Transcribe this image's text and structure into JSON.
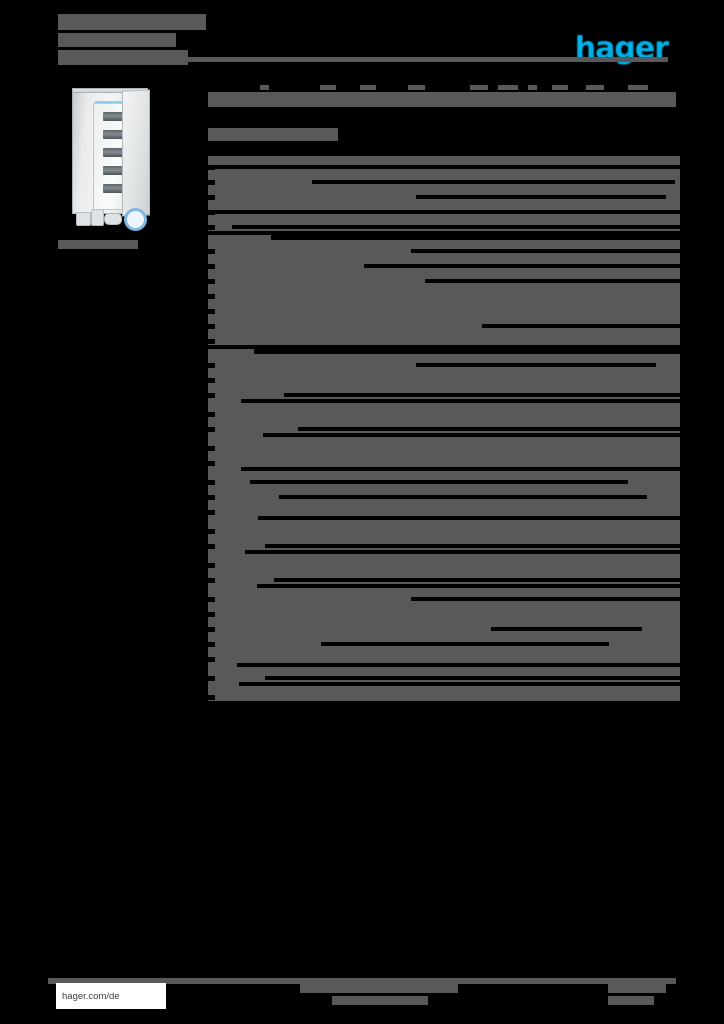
{
  "document": {
    "type": "product-datasheet",
    "brand": "hager",
    "language": "de",
    "page_background": "#000000",
    "redaction_color": "#58595b",
    "accent_color": "#00b0e6"
  },
  "header": {
    "title_lines": [
      "",
      "",
      ""
    ],
    "logo_text": "hager",
    "logo_color": "#00b0e6"
  },
  "figure": {
    "caption": "",
    "alt": "white wall-mounted electrical distribution enclosure with open door, five DIN-rail slots and loose accessory parts"
  },
  "title": {
    "heading": "",
    "subheading": ""
  },
  "spec_table": {
    "groups": [
      {
        "name": "",
        "rows": [
          {
            "label": "",
            "value": "",
            "cut_left_pct": 0,
            "cut_right_pct": 100
          },
          {
            "label": "",
            "value": "",
            "cut_left_pct": 22,
            "cut_right_pct": 99
          },
          {
            "label": "",
            "value": "",
            "cut_left_pct": 44,
            "cut_right_pct": 97
          },
          {
            "label": "",
            "value": "",
            "cut_left_pct": 0,
            "cut_right_pct": 100
          },
          {
            "label": "",
            "value": "",
            "cut_left_pct": 5,
            "cut_right_pct": 100
          }
        ]
      },
      {
        "name": "",
        "rows": [
          {
            "label": "",
            "value": "",
            "cut_left_pct": 43,
            "cut_right_pct": 100
          },
          {
            "label": "",
            "value": "",
            "cut_left_pct": 33,
            "cut_right_pct": 100
          },
          {
            "label": "",
            "value": "",
            "cut_left_pct": 46,
            "cut_right_pct": 100
          },
          {
            "label": "",
            "value": "",
            "cut_left_pct": 0,
            "cut_right_pct": 0
          },
          {
            "label": "",
            "value": "",
            "cut_left_pct": 0,
            "cut_right_pct": 0
          },
          {
            "label": "",
            "value": "",
            "cut_left_pct": 58,
            "cut_right_pct": 100
          },
          {
            "label": "",
            "value": "",
            "cut_left_pct": 0,
            "cut_right_pct": 0
          }
        ]
      },
      {
        "name": "",
        "rows": [
          {
            "label": "",
            "value": "",
            "cut_left_pct": 44,
            "cut_right_pct": 95
          },
          {
            "label": "",
            "value": "",
            "cut_left_pct": 0,
            "cut_right_pct": 0
          },
          {
            "label": "",
            "value": "",
            "cut_left_pct": 16,
            "cut_right_pct": 100
          }
        ]
      },
      {
        "name": "",
        "rows": [
          {
            "label": "",
            "value": "",
            "cut_left_pct": 0,
            "cut_right_pct": 0
          },
          {
            "label": "",
            "value": "",
            "cut_left_pct": 19,
            "cut_right_pct": 100
          }
        ]
      },
      {
        "name": "",
        "rows": [
          {
            "label": "",
            "value": "",
            "cut_left_pct": 0,
            "cut_right_pct": 0
          },
          {
            "label": "",
            "value": "",
            "cut_left_pct": 0,
            "cut_right_pct": 0
          }
        ]
      },
      {
        "name": "",
        "rows": [
          {
            "label": "",
            "value": "",
            "cut_left_pct": 9,
            "cut_right_pct": 89
          },
          {
            "label": "",
            "value": "",
            "cut_left_pct": 15,
            "cut_right_pct": 93
          },
          {
            "label": "",
            "value": "",
            "cut_left_pct": 0,
            "cut_right_pct": 0
          }
        ]
      },
      {
        "name": "",
        "rows": [
          {
            "label": "",
            "value": "",
            "cut_left_pct": 0,
            "cut_right_pct": 0
          },
          {
            "label": "",
            "value": "",
            "cut_left_pct": 12,
            "cut_right_pct": 100
          }
        ]
      },
      {
        "name": "",
        "rows": [
          {
            "label": "",
            "value": "",
            "cut_left_pct": 0,
            "cut_right_pct": 0
          },
          {
            "label": "",
            "value": "",
            "cut_left_pct": 14,
            "cut_right_pct": 100
          }
        ]
      },
      {
        "name": "",
        "rows": [
          {
            "label": "",
            "value": "",
            "cut_left_pct": 43,
            "cut_right_pct": 100
          },
          {
            "label": "",
            "value": "",
            "cut_left_pct": 0,
            "cut_right_pct": 0
          },
          {
            "label": "",
            "value": "",
            "cut_left_pct": 60,
            "cut_right_pct": 92
          },
          {
            "label": "",
            "value": "",
            "cut_left_pct": 24,
            "cut_right_pct": 85
          },
          {
            "label": "",
            "value": "",
            "cut_left_pct": 0,
            "cut_right_pct": 0
          }
        ]
      },
      {
        "name": "",
        "rows": [
          {
            "label": "",
            "value": "",
            "cut_left_pct": 12,
            "cut_right_pct": 100
          }
        ]
      },
      {
        "name": "",
        "rows": [
          {
            "label": "",
            "value": "",
            "cut_left_pct": 0,
            "cut_right_pct": 0
          }
        ]
      }
    ]
  },
  "footer": {
    "url": "hager.com/de",
    "center_text": "",
    "right_text": "",
    "page_number": ""
  }
}
